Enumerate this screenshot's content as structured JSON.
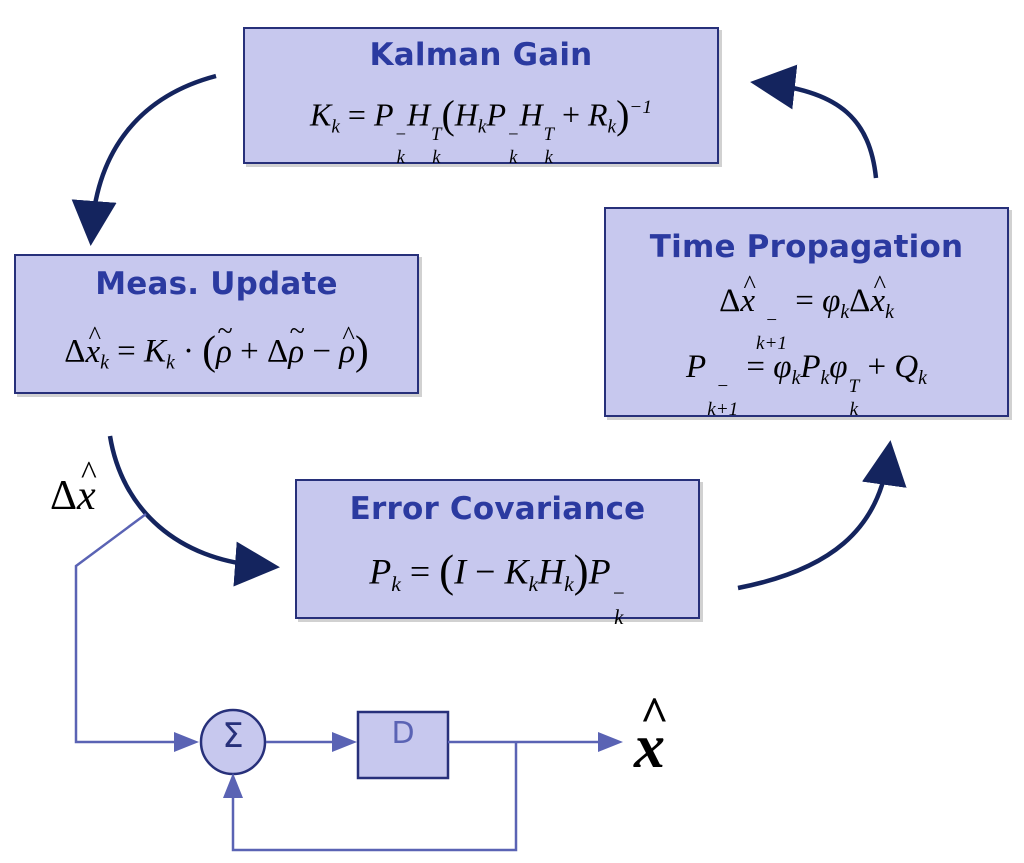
{
  "kalman_gain": {
    "title": "Kalman Gain"
  },
  "meas_update": {
    "title": "Meas. Update"
  },
  "time_propagation": {
    "title": "Time Propagation"
  },
  "error_covariance": {
    "title": "Error Covariance"
  },
  "feedback_loop": {
    "sum_symbol": "Σ",
    "delay_label": "D"
  },
  "colors": {
    "box_fill": "#c7c8ee",
    "box_border": "#27307a",
    "title_text": "#2b3aa0",
    "cycle_arrow": "#14245e",
    "loop_line": "#5a63b4"
  }
}
